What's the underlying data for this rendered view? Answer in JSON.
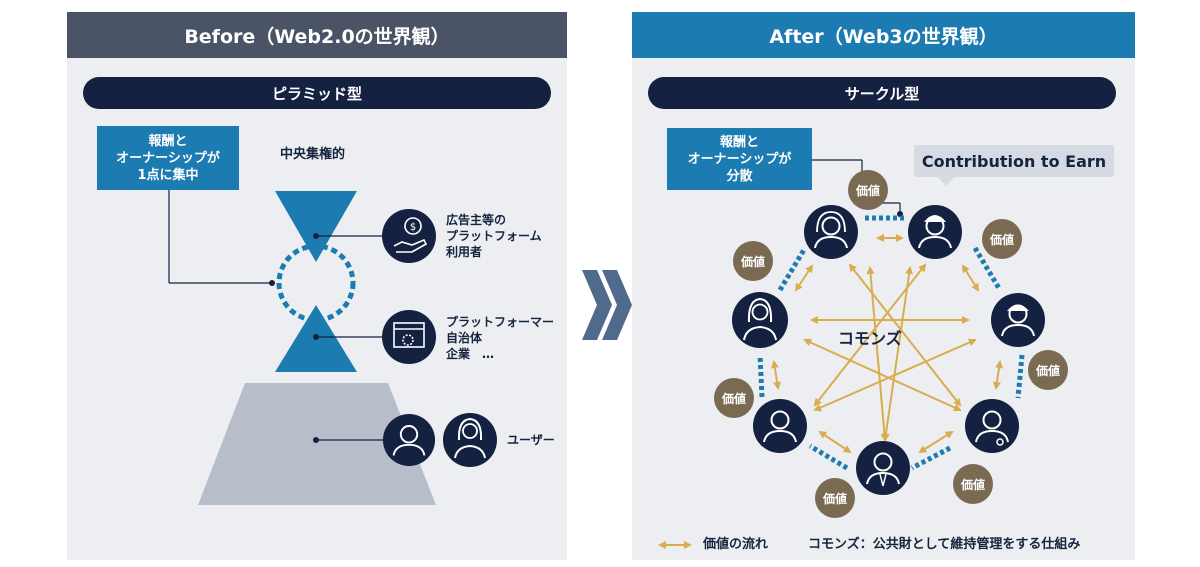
{
  "before": {
    "header": "Before（Web2.0の世界観）",
    "pill": "ピラミッド型",
    "reward_box": [
      "報酬と",
      "オーナーシップが",
      "1点に集中"
    ],
    "centralized_label": "中央集権的",
    "tier_top": [
      "広告主等の",
      "プラットフォーム",
      "利用者"
    ],
    "tier_mid": [
      "プラットフォーマー",
      "自治体",
      "企業　…"
    ],
    "tier_bottom": "ユーザー"
  },
  "chevrons": "❯❯",
  "after": {
    "header": "After（Web3の世界観）",
    "pill": "サークル型",
    "reward_box": [
      "報酬と",
      "オーナーシップが",
      "分散"
    ],
    "bubble": "Contribution to Earn",
    "commons_label": "コモンズ",
    "value_label": "価値"
  },
  "legend": {
    "arrow_text": "価値の流れ",
    "commons_note": "コモンズ：公共財として維持管理をする仕組み"
  },
  "colors": {
    "navy": "#142141",
    "blue": "#1c7bb0",
    "gray_header": "#4b5366",
    "gold": "#d9ad4d",
    "value_brown": "#7a6a52",
    "pyramid_gray": "#b8bec9",
    "panel_bg": "#eceef1"
  },
  "icons": {
    "advertiser": "dollar-hand-icon",
    "platformer": "gear-window-icon",
    "users": [
      "man-user-icon",
      "woman-user-icon"
    ],
    "circle_people": [
      "operator-icon",
      "worker-icon",
      "cap-man-icon",
      "doctor-icon",
      "suit-man-icon",
      "man-icon",
      "woman-icon"
    ]
  }
}
